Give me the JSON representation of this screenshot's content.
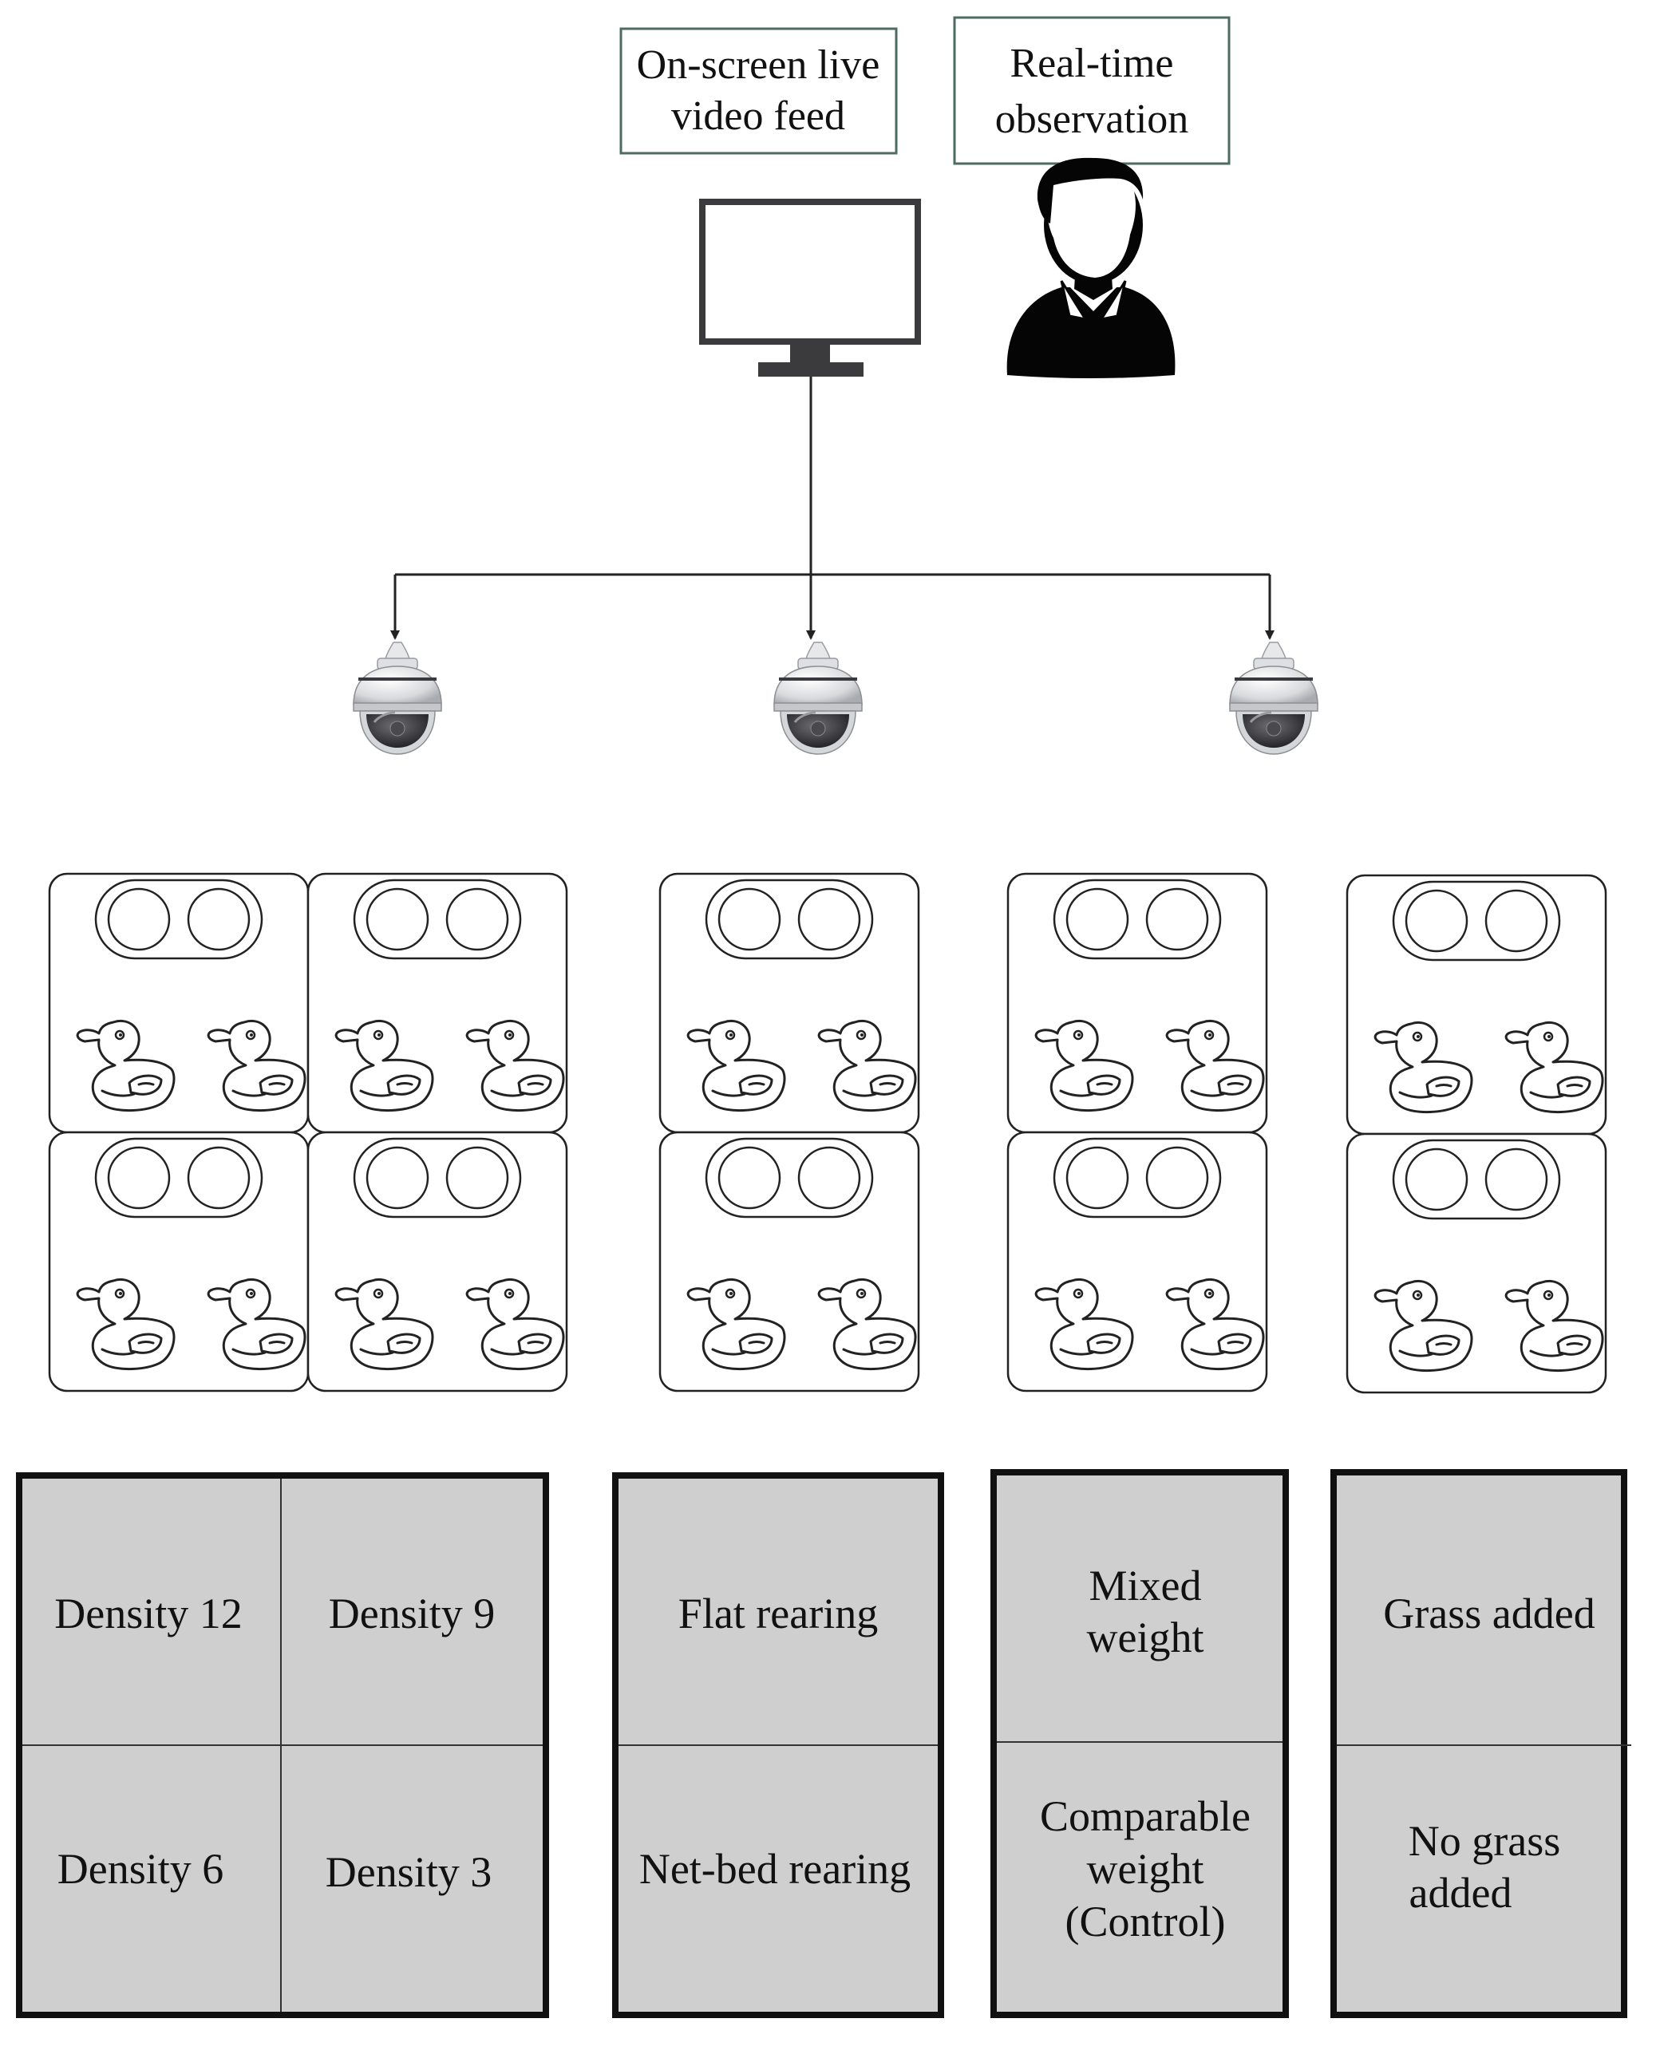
{
  "header": {
    "video_label": [
      "On-screen live",
      "video feed"
    ],
    "observation_label": [
      "Real-time",
      "observation"
    ]
  },
  "icons": {
    "monitor": "monitor-icon",
    "observer": "person-icon",
    "camera": "dome-camera-icon",
    "pen_animal": "duck-icon",
    "pen_feeder": "feeder-trough-icon"
  },
  "cameras": {
    "count": 3
  },
  "pen_groups": [
    {
      "id": "density",
      "columns": 2,
      "rows": 2
    },
    {
      "id": "rearing",
      "columns": 1,
      "rows": 2
    },
    {
      "id": "weight",
      "columns": 1,
      "rows": 2
    },
    {
      "id": "grass",
      "columns": 1,
      "rows": 2
    }
  ],
  "treatments": {
    "density": [
      [
        "Density 12"
      ],
      [
        "Density 9"
      ],
      [
        "Density 6"
      ],
      [
        "Density 3"
      ]
    ],
    "rearing": [
      [
        "Flat rearing"
      ],
      [
        "Net-bed rearing"
      ]
    ],
    "weight": [
      [
        "Mixed",
        "weight"
      ],
      [
        "Comparable",
        "weight",
        "(Control)"
      ]
    ],
    "grass": [
      [
        "Grass added"
      ],
      [
        "No grass",
        "added"
      ]
    ]
  },
  "colors": {
    "label_box_border": "#4d6b63",
    "treatment_fill": "#cfcfcf",
    "stroke": "#111111"
  }
}
